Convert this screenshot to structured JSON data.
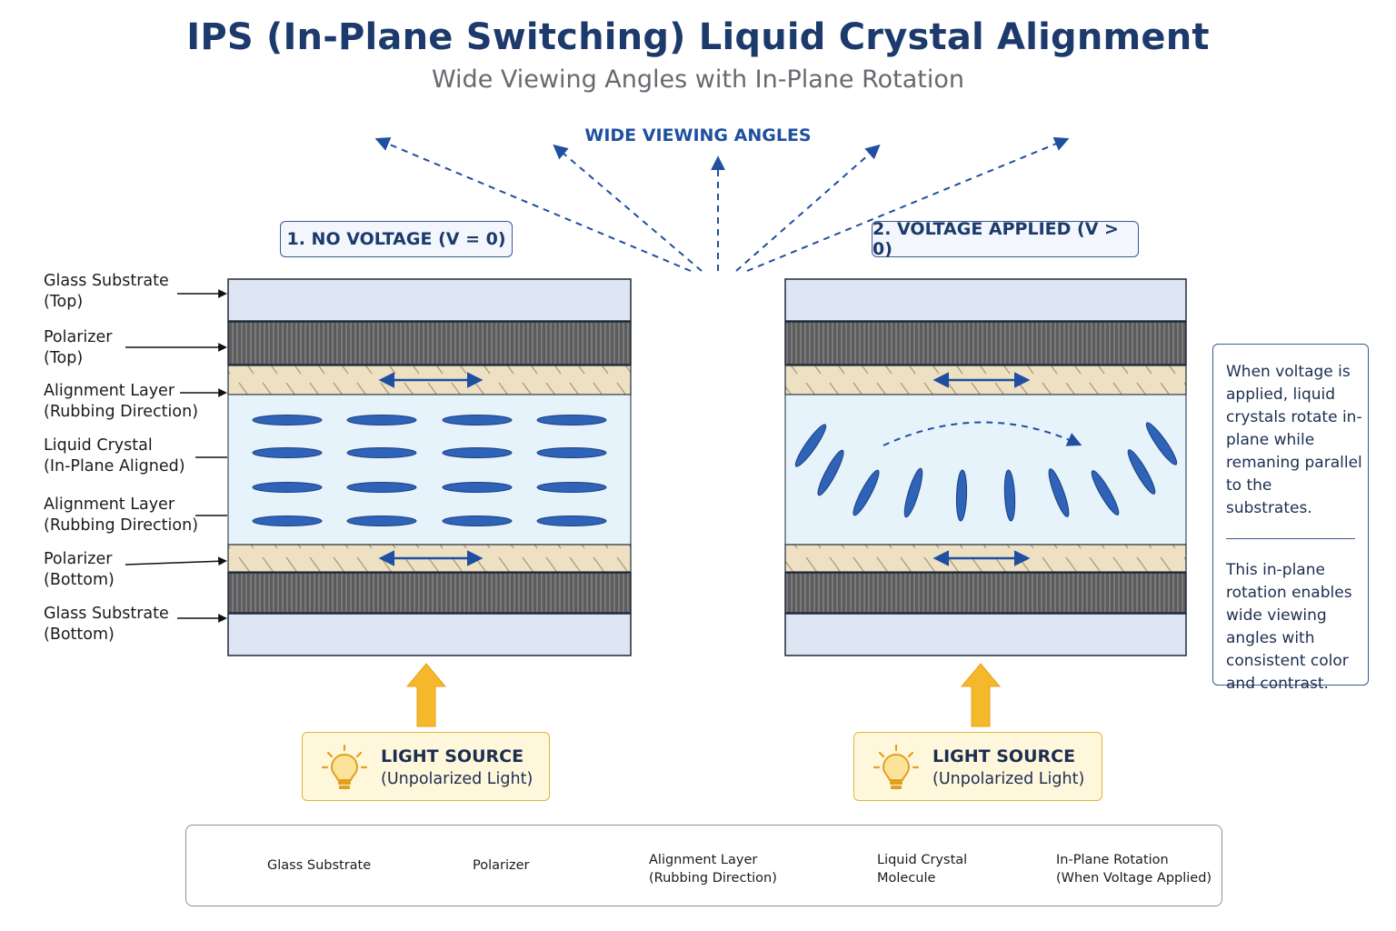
{
  "title": "IPS (In-Plane Switching) Liquid Crystal Alignment",
  "subtitle": "Wide Viewing Angles with In-Plane Rotation",
  "viewing_angles_label": "WIDE VIEWING ANGLES",
  "stages": {
    "no_voltage": "1. NO VOLTAGE (V = 0)",
    "voltage_applied": "2. VOLTAGE APPLIED (V > 0)"
  },
  "layer_labels": [
    {
      "line1": "Glass Substrate",
      "line2": "(Top)"
    },
    {
      "line1": "Polarizer",
      "line2": "(Top)"
    },
    {
      "line1": "Alignment Layer",
      "line2": "(Rubbing Direction)"
    },
    {
      "line1": "Liquid Crystal",
      "line2": "(In-Plane Aligned)"
    },
    {
      "line1": "Alignment Layer",
      "line2": "(Rubbing Direction)"
    },
    {
      "line1": "Polarizer",
      "line2": "(Bottom)"
    },
    {
      "line1": "Glass Substrate",
      "line2": "(Bottom)"
    }
  ],
  "note": {
    "part1": "When voltage is applied, liquid crystals rotate in-plane while remaning parallel to the substrates.",
    "part2": "This in-plane rotation enables wide viewing angles with consistent color and contrast."
  },
  "light_source": {
    "title": "LIGHT SOURCE",
    "subtitle": "(Unpolarized Light)"
  },
  "legend": {
    "glass": "Glass Substrate",
    "polarizer": "Polarizer",
    "alignment_line1": "Alignment Layer",
    "alignment_line2": "(Rubbing Direction)",
    "lc_line1": "Liquid Crystal",
    "lc_line2": "Molecule",
    "rotation_line1": "In-Plane Rotation",
    "rotation_line2": "(When Voltage Applied)"
  },
  "colors": {
    "title": "#1c3a6b",
    "accent_blue": "#1f4fa0",
    "molecule": "#2f63b8",
    "glass": "#dde6f2",
    "polarizer": "#5e5e5e",
    "alignment": "#eee0c2",
    "lc_fill": "#e6f3fb",
    "light_fill": "#fff7db",
    "light_arrow": "#f5b82a"
  },
  "icons": [
    "lightbulb-icon",
    "double-arrow-icon",
    "dashed-arrow-icon",
    "up-arrow-icon"
  ]
}
